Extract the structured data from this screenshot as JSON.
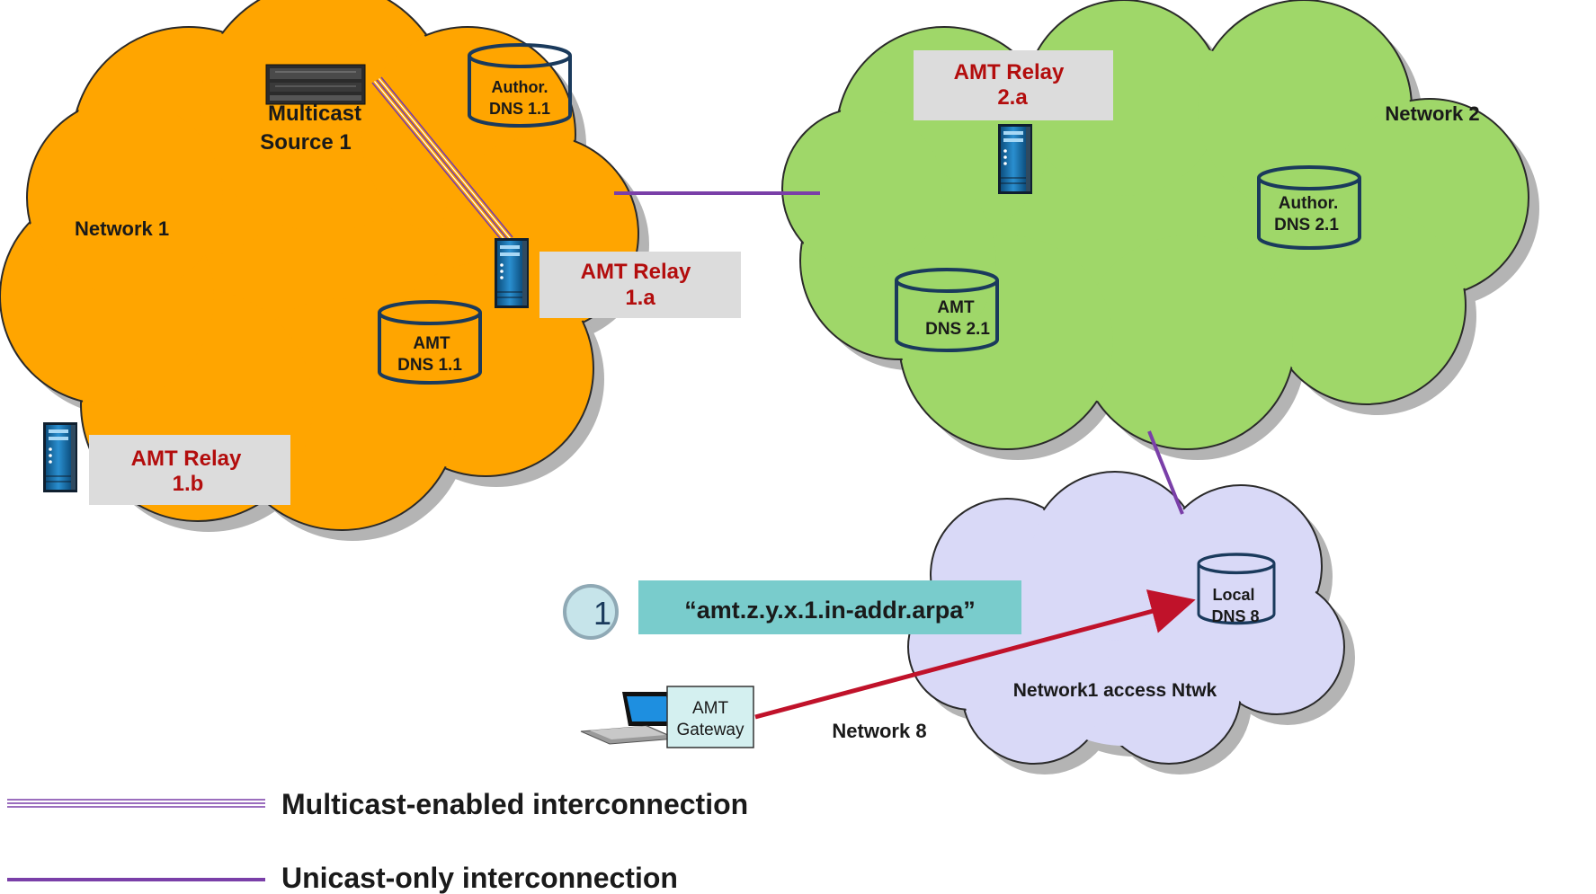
{
  "networks": {
    "network1": {
      "label": "Network 1",
      "color": "#FFA500"
    },
    "network2": {
      "label": "Network 2",
      "color": "#9FD769"
    },
    "access": {
      "label": "Network1 access Ntwk",
      "color": "#D9D9F7"
    },
    "network8": {
      "label": "Network 8"
    }
  },
  "nodes": {
    "multicast_source": {
      "line1": "Multicast",
      "line2": "Source 1"
    },
    "author_dns_1_1": {
      "line1": "Author.",
      "line2": "DNS 1.1"
    },
    "amt_dns_1_1": {
      "line1": "AMT",
      "line2": "DNS 1.1"
    },
    "relay_1a": {
      "line1": "AMT Relay",
      "line2": "1.a"
    },
    "relay_1b": {
      "line1": "AMT Relay",
      "line2": "1.b"
    },
    "relay_2a": {
      "line1": "AMT Relay",
      "line2": "2.a"
    },
    "author_dns_2_1": {
      "line1": "Author.",
      "line2": "DNS 2.1"
    },
    "amt_dns_2_1": {
      "line1": "AMT",
      "line2": "DNS 2.1"
    },
    "local_dns_8": {
      "line1": "Local",
      "line2": "DNS 8"
    },
    "amt_gateway": {
      "line1": "AMT",
      "line2": "Gateway"
    }
  },
  "step": {
    "number": "1",
    "query": "“amt.z.y.x.1.in-addr.arpa”"
  },
  "legend": {
    "multicast": "Multicast-enabled interconnection",
    "unicast": "Unicast-only interconnection"
  },
  "colors": {
    "link_purple": "#7A3FA8",
    "arrow_red": "#C0122A",
    "relay_text": "#B30D0D",
    "query_box": "#79CCCC",
    "step_circle": "#C6E4EA",
    "server_blue": "#1E7FC0"
  }
}
